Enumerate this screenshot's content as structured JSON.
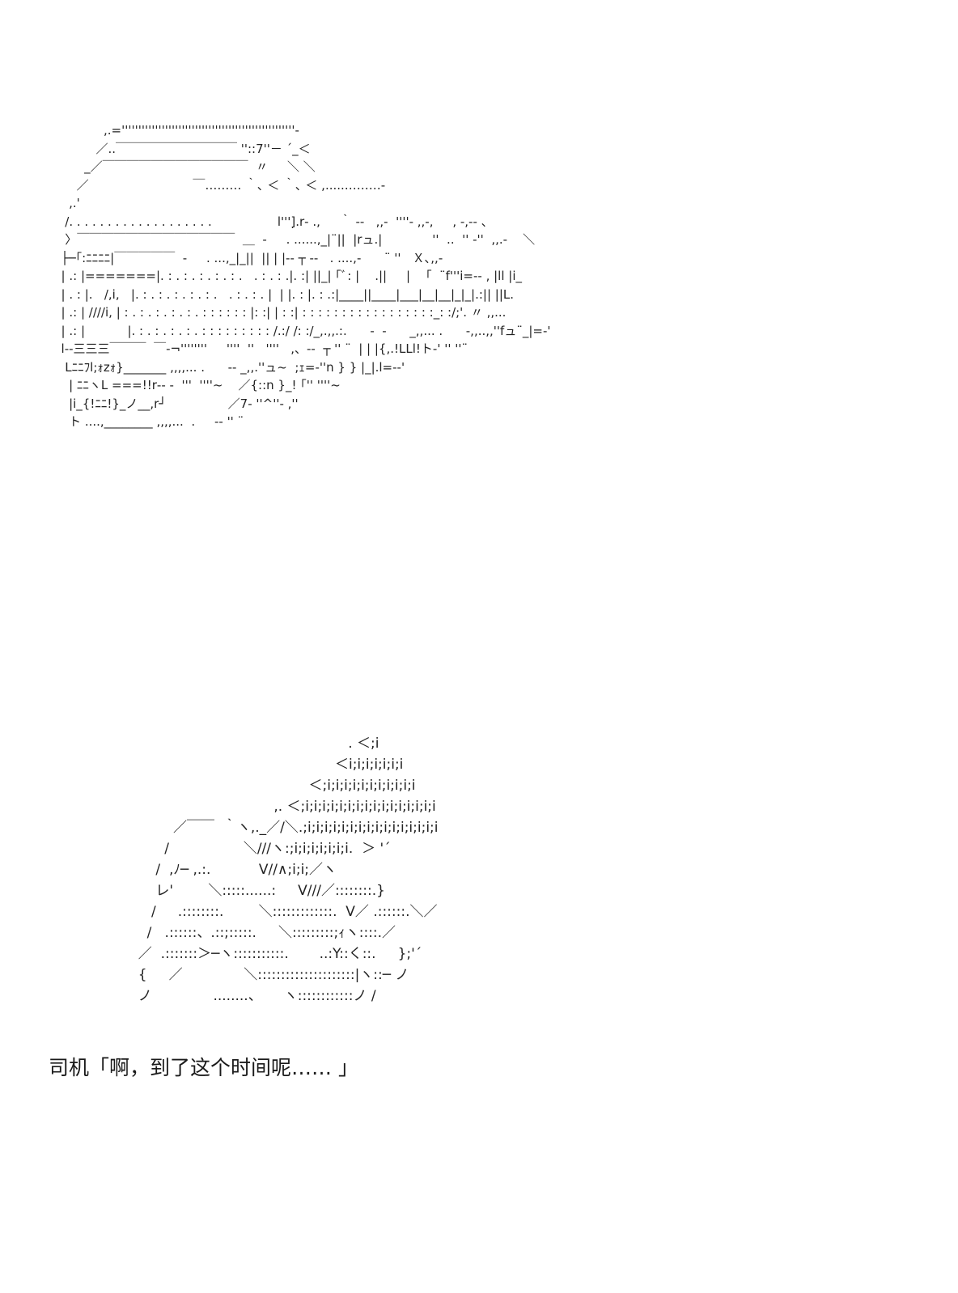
{
  "train_art": "             ,.=''''''''''''''''''''''''''''''''''''''''''''''''''''‐\n           ／..￣￣￣￣￣￣￣￣￣￣ ''::7''－ ´_＜\n        _／￣￣￣￣￣￣￣￣￣￣￣￣  〃     ＼ ＼\n      ／                           ￣……… ｀､ ＜ ｀､ ＜ ,.....………‐\n    ,.'\n   /. . . . . . . . . . . . . . . . . . .                 l''']̣.r‐ .,     ｀ ‐‐   ,,‐  ''''‐ ,,‐,     , ‐,‐‐ 、\n   〉￣￣￣￣￣￣￣￣￣￣￣￣￣  ＿  ‐     . ......,_|¨||  |rュ.|             ''  ..  '' ‐''  ,,.‐    ＼\n  ├─｢:ﾆﾆﾆﾆ|￣￣￣￣￣  ‐     . ...,_|_||  || | |‐‐ ┬ ‐‐   . ....,‐      ¨ ''   Ｘ､,,‐\n  | .: |=======|. : . : . : . : . : .   . : . : .|. :| ||_| ｢ﾞ: |    .||     |    ｢  ¨f'''i=‐‐ , |ll |i_\n  | . : |.   /,i,   |. : . : . : . : . : .   . : . : . |  | |. : |. : .:|____||____|___|__|__|_|_|.:|| ||L.\n  | .: | ////i, | : . : . : . : . : . : : : : : : |: :| | : :| : : : : : : : : : : : : : : : : :_: :/;'. 〃 ,,...\n  | .: |           |. : . : . : . : . : : : : : : : : : /.:/ /: :/_,.,,.:.      ‐  ‐      _,,... .      ‐,,..,,''fュ¨_|=‐'\n  l‐‐三三三￣￣￣  ￣‐¬''''''''     ''''  ''   ''''   ,、‐‐  ┬ '' ¨  | | |{,.!LLl!ト‐' '' ''¨\n   Lﾆﾆﾌl;ｫzｫ}_______ ,,,,... .      ‐‐ _,,.''ュ~  ;ｪ=‐''n } } |_|.l=‐‐'\n    | ﾆﾆヽL ===!!r‐‐ ‐  '''  ''''~    ／{::n }_! ｢'' ''''~\n    |i_{!ﾆﾆ!}_ノ__,r┘                ／7‐ ''^''‐ ,''\n    ト ....,________ ,,,,...  .     ‐‐ '' ¨",
  "figure_art": "                                                  . ＜;i\n                                               ＜i;i;i;i;i;i;i\n                                         ＜;i;i;i;i;i;i;i;i;i;i;i\n                                 ,. ＜;i;i;i;i;i;i;i;i;i;i;i;i;i;i;i;i\n          ／￣￣  ｀ヽ,._／/＼.;i;i;i;i;i;i;i;i;i;i;i;i;i;i;i;i\n        /                 ＼///ヽ:;i;i;i;i;i;i;i.  ＞ '´\n      /  ,ﾉ─ ,.:.           V//∧;i;i;／ヽ\n      レ'        ＼:::::......:     V///／::::::::.}\n     /     .::::::::.        ＼:::::::::::::.  V／ .::::::.＼／\n    /   .::::::、.::;:::::.     ＼:::::::::;ｨヽ::::.／\n  ／  .:::::::＞─ヽ:::::::::::.       ..:Y::く::.     };'´\n  {     ／              ＼:::::::::::::::::::::|ヽ::─ ノ\n  ノ              ........、     ヽ::::::::::::ノ /",
  "caption": "司机「啊，到了这个时间呢…… 」"
}
